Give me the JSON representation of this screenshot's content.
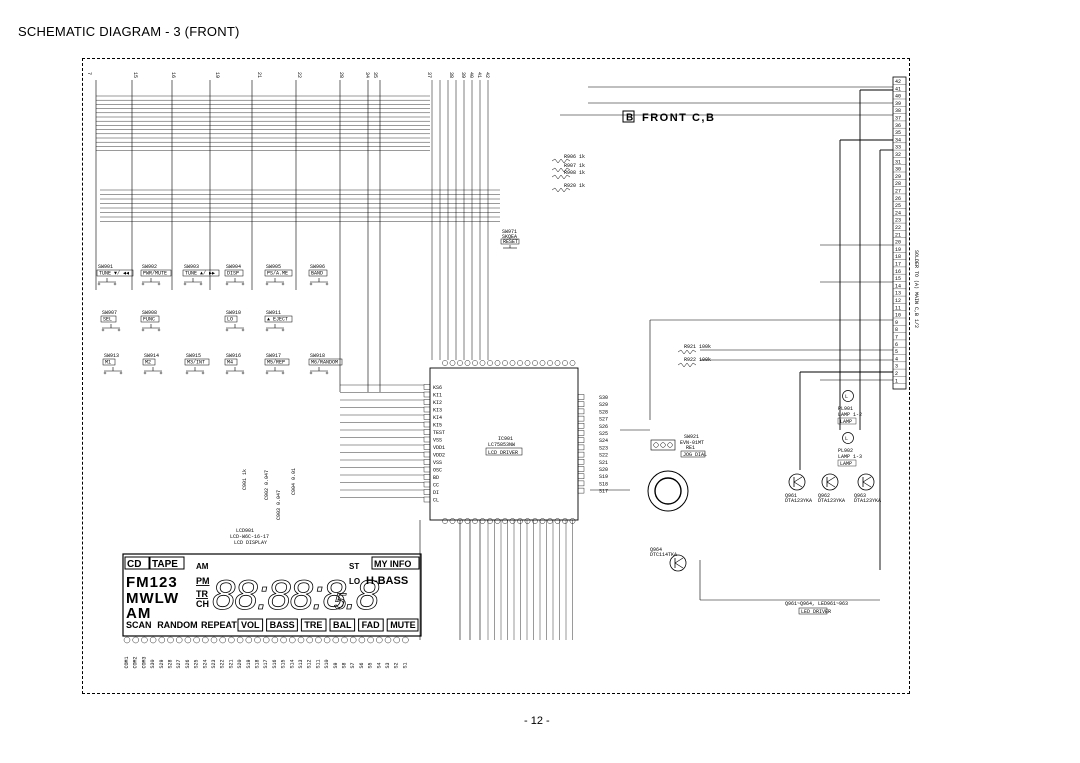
{
  "title": "SCHEMATIC DIAGRAM - 3 (FRONT)",
  "page_number": "- 12 -",
  "board_label": "FRONT C,B",
  "board_letter": "B",
  "connector_note": "SOLDER TO (A) MAIN C,B 1/2",
  "top_pins": [
    "7",
    "15",
    "16",
    "19",
    "21",
    "22",
    "28",
    "34",
    "35",
    "37",
    "38",
    "39",
    "40",
    "41",
    "42"
  ],
  "right_pins": [
    "42",
    "41",
    "40",
    "39",
    "38",
    "37",
    "36",
    "35",
    "34",
    "33",
    "32",
    "31",
    "30",
    "29",
    "28",
    "27",
    "26",
    "25",
    "24",
    "23",
    "22",
    "21",
    "20",
    "19",
    "18",
    "17",
    "16",
    "15",
    "14",
    "13",
    "12",
    "11",
    "10",
    "9",
    "8",
    "7",
    "6",
    "5",
    "4",
    "3",
    "2",
    "1"
  ],
  "switches_row1": [
    {
      "ref": "SW901",
      "label": "TUNE ▼/ ◀◀"
    },
    {
      "ref": "SW902",
      "label": "PWR/MUTE"
    },
    {
      "ref": "SW903",
      "label": "TUNE ▲/ ▶▶"
    },
    {
      "ref": "SW904",
      "label": "DISP"
    },
    {
      "ref": "SW905",
      "label": "PS/A.ME"
    },
    {
      "ref": "SW906",
      "label": "BAND"
    }
  ],
  "switches_row2": [
    {
      "ref": "SW907",
      "label": "SEL"
    },
    {
      "ref": "SW908",
      "label": "FUNC"
    },
    {
      "ref": "SW910",
      "label": "LO"
    },
    {
      "ref": "SW911",
      "label": "▲ EJECT"
    }
  ],
  "switches_row3": [
    {
      "ref": "SW913",
      "label": "M1"
    },
    {
      "ref": "SW914",
      "label": "M2"
    },
    {
      "ref": "SW915",
      "label": "M3/INT"
    },
    {
      "ref": "SW916",
      "label": "M4"
    },
    {
      "ref": "SW917",
      "label": "M5/REP"
    },
    {
      "ref": "SW918",
      "label": "M6/RANDOM"
    }
  ],
  "reset_switch": {
    "ref": "SW971",
    "part": "SKQEA",
    "label": "RESET"
  },
  "resistors_top": [
    {
      "ref": "R906",
      "val": "1k"
    },
    {
      "ref": "R907",
      "val": "1k"
    },
    {
      "ref": "R908",
      "val": "1k"
    },
    {
      "ref": "R920",
      "val": "1k"
    }
  ],
  "resistors_mid": [
    {
      "ref": "R921",
      "val": "100k"
    },
    {
      "ref": "R922",
      "val": "100k"
    }
  ],
  "ic": {
    "ref": "IC901",
    "part": "LC75853NW",
    "name": "LCD DRIVER"
  },
  "ic_left_pins": [
    "KS6",
    "KI1",
    "KI2",
    "KI3",
    "KI4",
    "KI5",
    "TEST",
    "VSS",
    "VDD1",
    "VDD2",
    "VSS",
    "OSC",
    "BD",
    "CC",
    "DI",
    "CL"
  ],
  "ic_right_pins": [
    "S30",
    "S29",
    "S28",
    "S27",
    "S26",
    "S25",
    "S24",
    "S23",
    "S22",
    "S21",
    "S20",
    "S19",
    "S18",
    "S17"
  ],
  "encoder": {
    "ref": "SW921",
    "part": "EVN-01MT",
    "extra": "RE1",
    "name": "JOG DIAL"
  },
  "lamps": [
    {
      "ref": "PL901",
      "label": "LAMP 1-2",
      "name": "LAMP"
    },
    {
      "ref": "PL902",
      "label": "LAMP 1-3",
      "name": "LAMP"
    }
  ],
  "transistors": [
    {
      "ref": "Q961",
      "part": "DTA123YKA"
    },
    {
      "ref": "Q962",
      "part": "DTA123YKA"
    },
    {
      "ref": "Q963",
      "part": "DTA123YKA"
    },
    {
      "ref": "Q964",
      "part": "DTC114TKA"
    }
  ],
  "led_note": "Q961~Q964, LED961~963",
  "led_driver": "LED DRIVER",
  "lcd_ref": {
    "ref": "LCD901",
    "part": "LCD-W6C-16-17",
    "name": "LCD DISPLAY"
  },
  "lcd": {
    "cd": "CD",
    "tape": "TAPE",
    "am": "AM",
    "pm": "PM",
    "tr": "TR",
    "ch": "CH",
    "st": "ST",
    "lo": "LO",
    "my_info": "MY INFO",
    "hbass": "H-BASS",
    "fm123": "FM123",
    "mwlw": "MWLW",
    "am_big": "AM",
    "digits": "88:88:8.8",
    "digit_tail": "5",
    "bottom_words": [
      "SCAN",
      "RANDOM",
      "REPEAT"
    ],
    "bottom_boxes": [
      "VOL",
      "BASS",
      "TRE",
      "BAL",
      "FAD",
      "MUTE"
    ]
  },
  "lcd_pin_labels": [
    "COM1",
    "COM2",
    "COM3",
    "S30",
    "S29",
    "S28",
    "S27",
    "S26",
    "S25",
    "S24",
    "S23",
    "S22",
    "S21",
    "S20",
    "S19",
    "S18",
    "S17",
    "S16",
    "S15",
    "S14",
    "S13",
    "S12",
    "S11",
    "S10",
    "S9",
    "S8",
    "S7",
    "S6",
    "S5",
    "S4",
    "S3",
    "S2",
    "S1"
  ],
  "caps": [
    {
      "ref": "C901",
      "val": "1k"
    },
    {
      "ref": "C902",
      "val": "0.047"
    },
    {
      "ref": "C903",
      "val": "0.047"
    },
    {
      "ref": "C904",
      "val": "0.01"
    }
  ]
}
